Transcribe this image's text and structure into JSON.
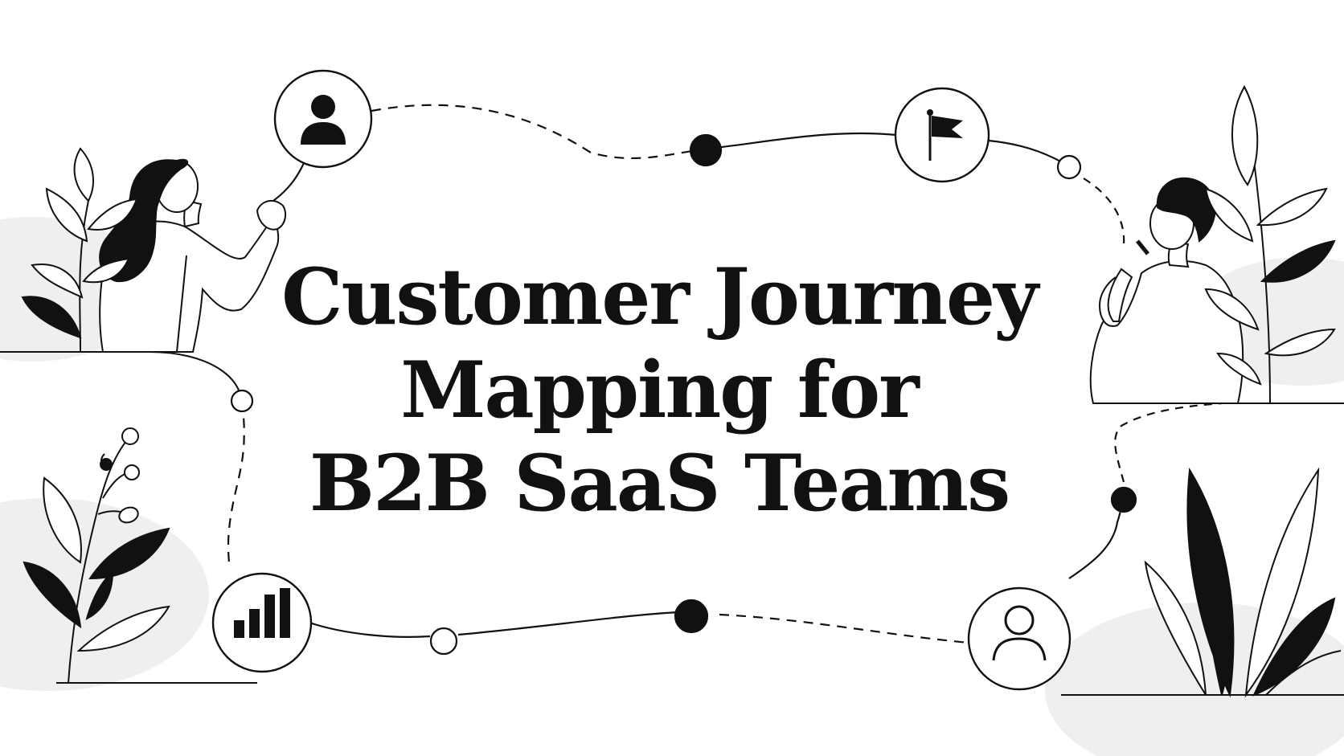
{
  "title": {
    "lines": [
      "Customer Journey",
      "Mapping for",
      "B2B SaaS Teams"
    ]
  },
  "icons": {
    "top_left": "user-icon",
    "top_right": "flag-icon",
    "bottom_left": "bar-chart-icon",
    "bottom_right": "user-outline-icon"
  },
  "colors": {
    "ink": "#111111",
    "background": "#ffffff",
    "ground": "#efefef"
  }
}
